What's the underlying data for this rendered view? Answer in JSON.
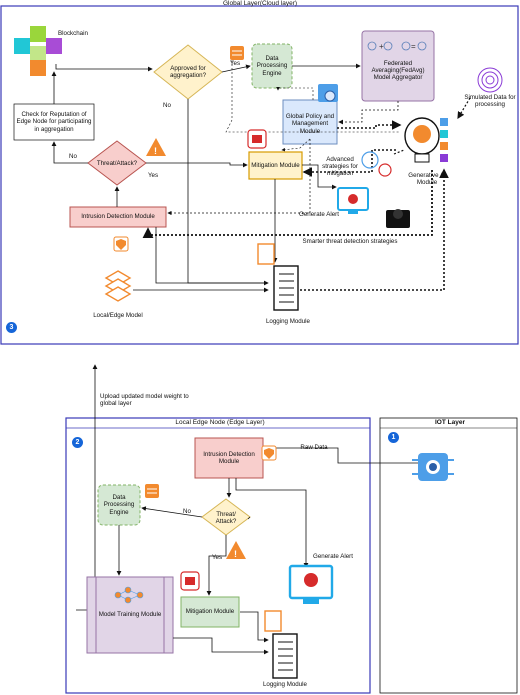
{
  "cloud": {
    "title": "Global Layer(Cloud layer)",
    "badge": "3",
    "blockchain": "Blockchain",
    "approved": "Approved for aggregation?",
    "yes1": "Yes",
    "no1": "No",
    "dpe": "Data Processing Engine",
    "fedavg": "Federated Averaging(FedAvg) Model Aggregator",
    "simulated": "Simulated Data for processing",
    "reputation": "Check for Reputation of Edge Node for participating in aggregation",
    "policy": "Global Policy and Management Module",
    "threat": "Threat/Attack?",
    "no2": "No",
    "yes2": "Yes",
    "advanced": "Advanced strategies for mitigation",
    "genai": "Generative AI Module",
    "mitigation": "Mitigation Module",
    "alert": "Generate Alert",
    "ids": "Intrusion Detection Module",
    "smarter": "Smarter threat detection strategies",
    "local_model": "Local/Edge Model",
    "logging": "Logging Module"
  },
  "upload": "Upload updated model weight to global layer",
  "edge": {
    "title": "Local Edge Node (Edge Layer)",
    "badge": "2",
    "ids": "Intrusion Detection Module",
    "raw": "Raw Data",
    "dpe": "Data Processing Engine",
    "threat": "Threat/ Attack?",
    "no": "No",
    "yes": "Yes",
    "alert": "Generate Alert",
    "training": "Model Training Module",
    "mitigation": "Mitigation Module",
    "logging": "Logging Module"
  },
  "iot": {
    "title": "IOT Layer",
    "badge": "1"
  },
  "colors": {
    "frame": "#3a3ab8",
    "green": "#d5e8d4",
    "pink": "#f8cecc",
    "yellow": "#fff2cc",
    "purple": "#e1d5e7",
    "blue": "#dae8fc",
    "orange": "#f28a2e",
    "badge": "#1565d8"
  }
}
